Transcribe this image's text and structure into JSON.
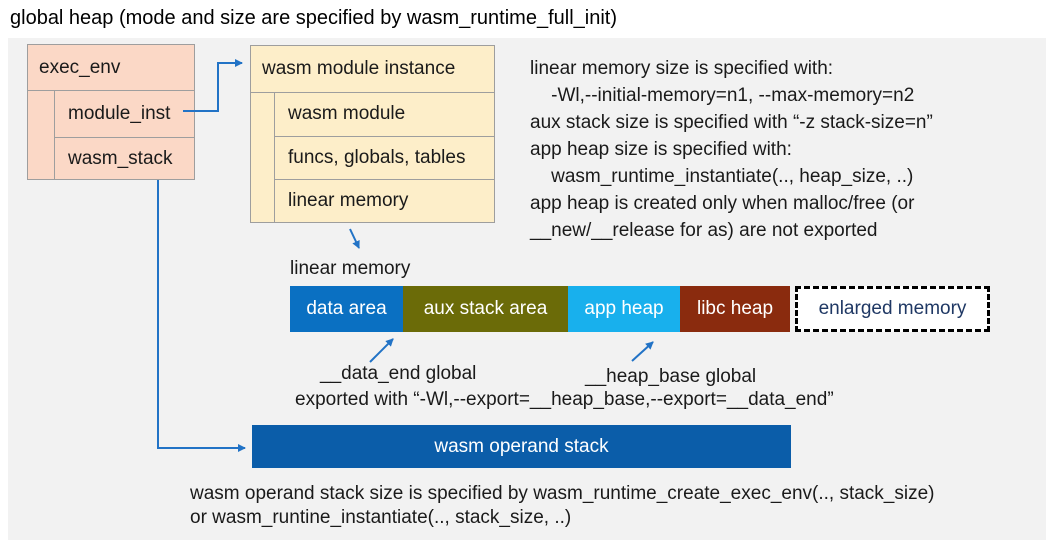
{
  "title": "global heap (mode and size are specified by wasm_runtime_full_init)",
  "exec_env_box": {
    "header": "exec_env",
    "rows": [
      "module_inst",
      "wasm_stack"
    ]
  },
  "module_instance_box": {
    "header": "wasm module instance",
    "rows": [
      "wasm module",
      "funcs, globals, tables",
      "linear memory"
    ]
  },
  "notes_top": {
    "lines": [
      "linear memory size is specified with:",
      "    -Wl,--initial-memory=n1, --max-memory=n2",
      "aux stack size is specified with “-z stack-size=n”",
      "app heap size is specified with:",
      "    wasm_runtime_instantiate(.., heap_size, ..)",
      "app heap is created only when malloc/free (or",
      "__new/__release for as) are not exported"
    ]
  },
  "linear_memory": {
    "label": "linear memory",
    "segments": [
      {
        "label": "data area",
        "color": "#0a70c2",
        "text_color": "#ffffff"
      },
      {
        "label": "aux stack area",
        "color": "#6b6b08",
        "text_color": "#ffffff"
      },
      {
        "label": "app heap",
        "color": "#18b0ed",
        "text_color": "#ffffff"
      },
      {
        "label": "libc heap",
        "color": "#8a2b0e",
        "text_color": "#ffffff"
      },
      {
        "label": "enlarged memory",
        "color": "#ffffff",
        "text_color": "#1f3864",
        "border": "dashed"
      }
    ],
    "data_end_label": "__data_end global",
    "heap_base_label": "__heap_base global",
    "exported_line": "exported with “-Wl,--export=__heap_base,--export=__data_end”"
  },
  "operand_stack": {
    "label": "wasm operand stack",
    "color": "#0b5da9"
  },
  "notes_bottom": {
    "lines": [
      "wasm operand stack size is specified by wasm_runtime_create_exec_env(.., stack_size)",
      "or wasm_runtine_instantiate(.., stack_size, ..)"
    ]
  },
  "colors": {
    "panel_bg": "#f2f2f2",
    "exec_env_fill": "#fbd8c6",
    "instance_fill": "#fdeec9",
    "box_border": "#9e9e9e",
    "arrow": "#2273c6",
    "title_text": "#000000",
    "enlarged_text": "#1f3864"
  }
}
